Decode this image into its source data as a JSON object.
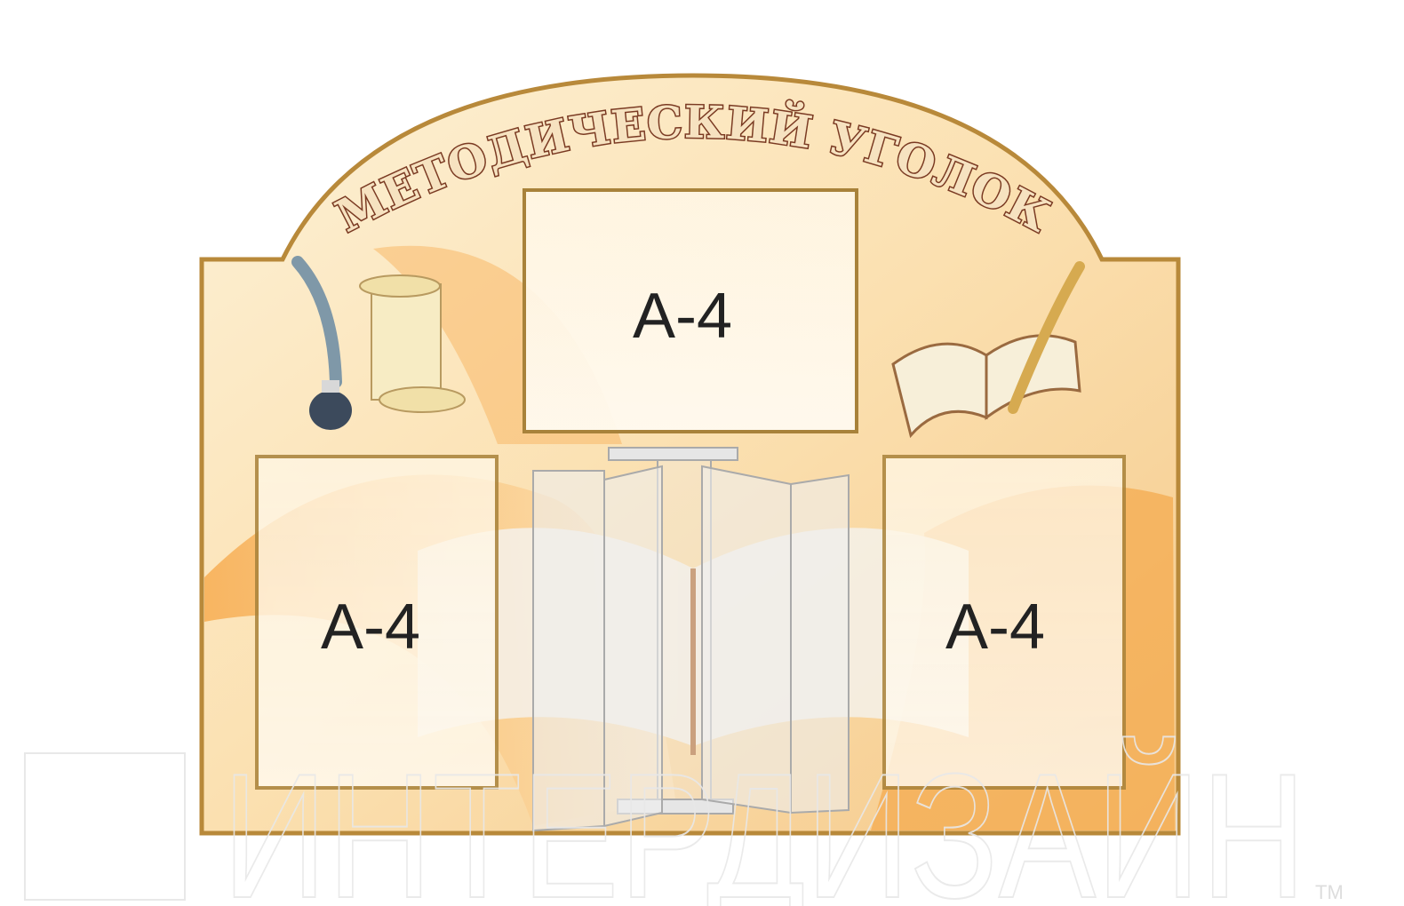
{
  "stand": {
    "title": "МЕТОДИЧЕСКИЙ УГОЛОК",
    "pockets": [
      {
        "label": "А-4"
      },
      {
        "label": "А-4"
      },
      {
        "label": "А-4"
      }
    ]
  },
  "watermark": {
    "text": "ИНТЕРДИЗАЙН",
    "tm": "TM"
  },
  "colors": {
    "board": "#fbe3b4",
    "border": "#b8893a",
    "accent_orange": "#f3a648",
    "title_text": "#7a3a22"
  }
}
